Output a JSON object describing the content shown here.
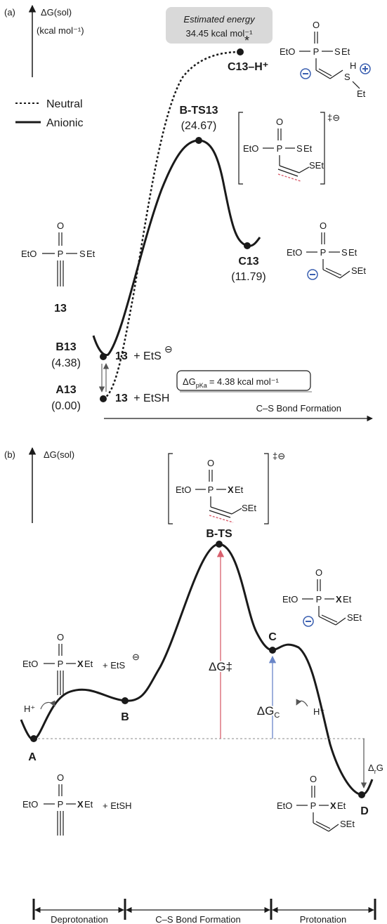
{
  "panel_a": {
    "tag": "(a)",
    "axis_label_1": "ΔG(sol)",
    "axis_label_2": "(kcal mol⁻¹)",
    "legend": {
      "neutral": "Neutral",
      "anionic": "Anionic"
    },
    "callout": {
      "title": "Estimated energy",
      "value": "34.45 kcal mol⁻¹"
    },
    "points": {
      "c13h": {
        "label": "C13–H⁺",
        "star": "*"
      },
      "bts13": {
        "label": "B-TS13",
        "value": "(24.67)"
      },
      "c13": {
        "label": "C13",
        "value": "(11.79)"
      },
      "b13": {
        "label": "B13",
        "value": "(4.38)"
      },
      "a13": {
        "label": "A13",
        "value": "(0.00)"
      }
    },
    "reagent_label": "13",
    "b13_text_num": "13",
    "b13_text_rest": "+ EtS",
    "a13_text_num": "13",
    "a13_text_rest": "+ EtSH",
    "pka_box": "ΔG",
    "pka_sub": "pKa",
    "pka_value": "= 4.38 kcal mol⁻¹",
    "x_axis": "C–S Bond Formation",
    "ts_mark": "‡⊖"
  },
  "panel_b": {
    "tag": "(b)",
    "axis_label": "ΔG(sol)",
    "ts_mark": "‡⊖",
    "points": {
      "a": "A",
      "b": "B",
      "bts": "B-TS",
      "c": "C",
      "d": "D"
    },
    "dg_ts": "ΔG‡",
    "dg_c": "ΔG",
    "dg_c_sub": "C",
    "dr": "Δ",
    "dr_sub": "r",
    "dr_g": "G",
    "h_plus": "H⁺",
    "reagent_top_rest": "+ EtS",
    "reagent_bot_rest": "+ EtSH",
    "stages": [
      "Deprotonation",
      "C–S Bond Formation",
      "Protonation"
    ]
  },
  "molecules": {
    "eto": "EtO",
    "p": "P",
    "o": "O",
    "set": "SEt",
    "s_orange": "S",
    "et": "Et",
    "x_bold": "X",
    "xet": "Et",
    "h": "H"
  },
  "colors": {
    "orange": "#e8a03a",
    "blue": "#3a5fb0",
    "red_ts": "#d9606e",
    "red_star": "#e53935",
    "arrow_blue": "#6a86c8",
    "arrow_red": "#d9606e",
    "grey_box": "#d9d9d9"
  }
}
